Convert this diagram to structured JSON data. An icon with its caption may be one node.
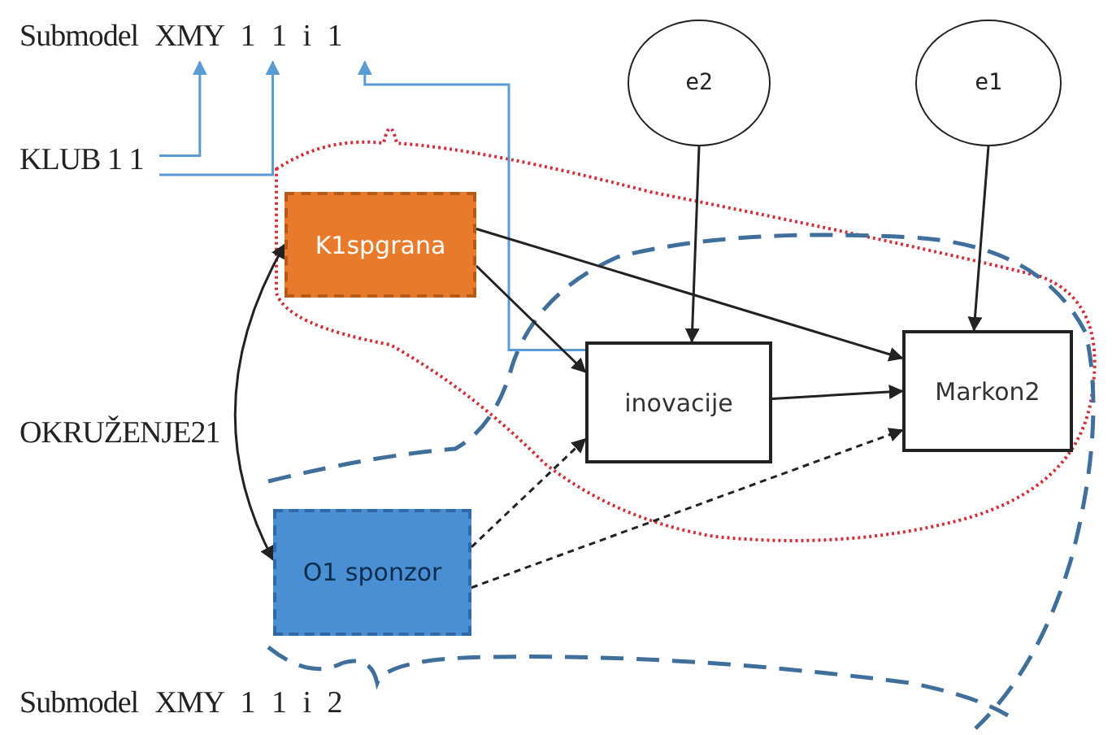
{
  "diagram": {
    "nodes": [
      {
        "text": [
          "Submodel XMY 1 1 i 1"
        ]
      },
      {
        "text": [
          "KLUB 1 1"
        ]
      },
      {
        "text": [
          "K1spgrana"
        ]
      },
      {
        "text": [
          "inovacije"
        ]
      },
      {
        "text": [
          "Markon2"
        ]
      },
      {
        "text": [
          "e2"
        ]
      },
      {
        "text": [
          "e1"
        ]
      },
      {
        "text": [
          "O1 sponzor"
        ]
      }
    ],
    "edges": [
      {
        "from": 1,
        "to": 0,
        "arrow": "to",
        "color": "#5b9bd5"
      },
      {
        "from": 1,
        "to": 0,
        "arrow": "to",
        "color": "#5b9bd5"
      },
      {
        "from": 3,
        "to": 0,
        "arrow": "to",
        "color": "#5b9bd5"
      },
      {
        "from": 2,
        "to": 3,
        "arrow": "to"
      },
      {
        "from": 2,
        "to": 4,
        "arrow": "to"
      },
      {
        "from": 5,
        "to": 3,
        "arrow": "to"
      },
      {
        "from": 6,
        "to": 4,
        "arrow": "to"
      },
      {
        "from": 3,
        "to": 4,
        "arrow": "to"
      },
      {
        "from": 7,
        "to": 3,
        "arrow": "to",
        "style": "dashed"
      },
      {
        "from": 7,
        "to": 4,
        "arrow": "to",
        "style": "dashed"
      },
      {
        "from": 2,
        "to": 7,
        "arrow": "both"
      }
    ],
    "labels": [
      "OKRUŽENJE21",
      "Submodel XMY 1 1 i 2"
    ]
  }
}
